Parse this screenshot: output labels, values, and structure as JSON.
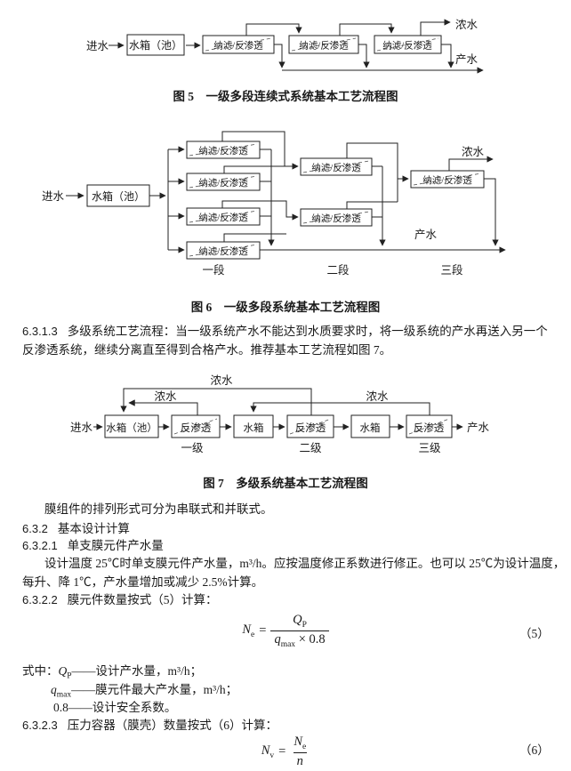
{
  "labels": {
    "feed": "进水",
    "tank_pool": "水箱（池）",
    "tank": "水箱",
    "nf_ro": "纳滤/反渗透",
    "ro": "反渗透",
    "concentrate": "浓水",
    "product": "产水",
    "seg1": "一段",
    "seg2": "二段",
    "seg3": "三段",
    "pass1": "一级",
    "pass2": "二级",
    "pass3": "三级"
  },
  "figures": {
    "fig5": {
      "caption": "图 5　一级多段连续式系统基本工艺流程图"
    },
    "fig6": {
      "caption": "图 6　一级多段系统基本工艺流程图"
    },
    "fig7": {
      "caption": "图 7　多级系统基本工艺流程图"
    }
  },
  "sections": {
    "s6313": {
      "num": "6.3.1.3",
      "line1": "多级系统工艺流程：当一级系统产水不能达到水质要求时，将一级系统的产水再送入另一个",
      "line2": "反渗透系统，继续分离直至得到合格产水。推荐基本工艺流程如图 7。"
    },
    "arrangement_note": "膜组件的排列形式可分为串联式和并联式。",
    "s632": {
      "num": "6.3.2",
      "title": "基本设计计算"
    },
    "s6321": {
      "num": "6.3.2.1",
      "title": "单支膜元件产水量",
      "body_line1": "设计温度 25℃时单支膜元件产水量，m³/h。应按温度修正系数进行修正。也可以 25℃为设计温度，",
      "body_line2": "每升、降 1℃，产水量增加或减少 2.5%计算。"
    },
    "s6322": {
      "num": "6.3.2.2",
      "title": "膜元件数量按式（5）计算："
    },
    "s6323": {
      "num": "6.3.2.3",
      "title": "压力容器（膜壳）数量按式（6）计算："
    }
  },
  "formula5": {
    "lhs": "N",
    "lhs_sub": "e",
    "equals": "=",
    "num": "Q",
    "num_sub": "P",
    "den": "q",
    "den_sub": "max",
    "den_tail": " × 0.8",
    "tag": "（5）"
  },
  "formula6": {
    "lhs": "N",
    "lhs_sub": "v",
    "equals": "=",
    "num": "N",
    "num_sub": "e",
    "den": "n",
    "tag": "（6）"
  },
  "defs5": {
    "intro": "式中：",
    "line1": {
      "var": "Q",
      "sub": "P",
      "post": "——设计产水量，m³/h；"
    },
    "line2": {
      "var": "q",
      "sub": "max",
      "post": "——膜元件最大产水量，m³/h；"
    },
    "line3": "0.8——设计安全系数。"
  }
}
